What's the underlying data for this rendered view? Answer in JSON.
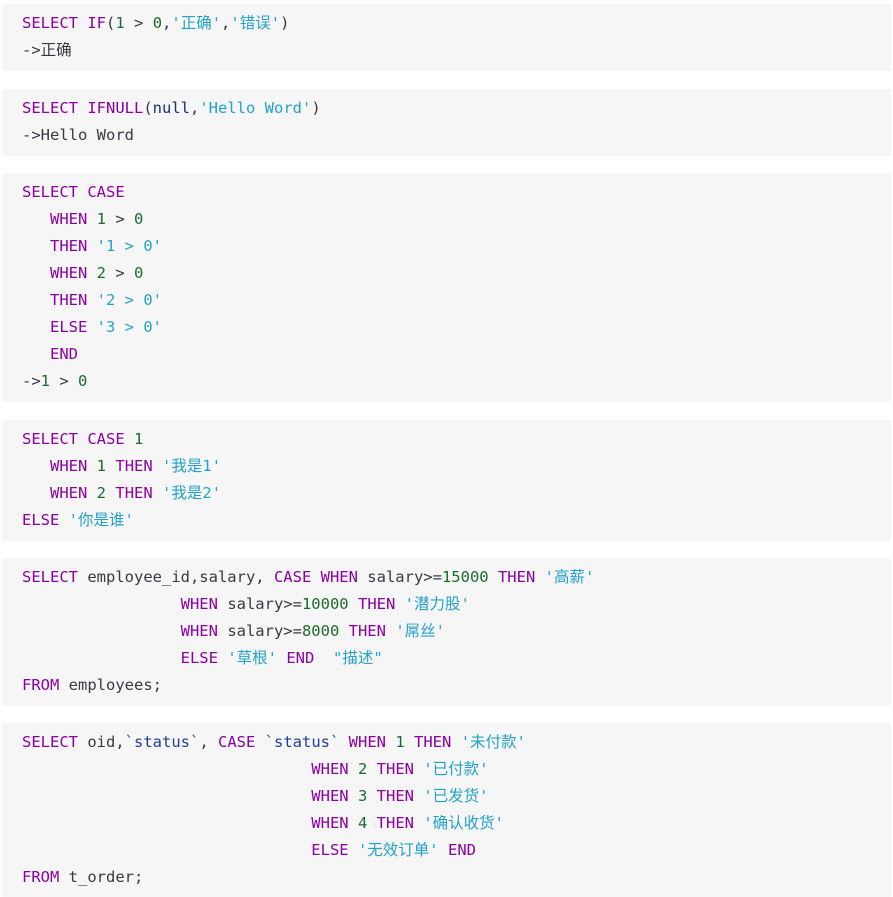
{
  "blocks": [
    {
      "lines": [
        [
          [
            "kw",
            "SELECT "
          ],
          [
            "kw",
            "IF"
          ],
          [
            "id",
            "("
          ],
          [
            "num",
            "1"
          ],
          [
            "id",
            " > "
          ],
          [
            "num",
            "0"
          ],
          [
            "id",
            ","
          ],
          [
            "str",
            "'正确'"
          ],
          [
            "id",
            ","
          ],
          [
            "str",
            "'错误'"
          ],
          [
            "id",
            ")"
          ]
        ],
        [
          [
            "out",
            "->正确"
          ]
        ]
      ]
    },
    {
      "lines": [
        [
          [
            "kw",
            "SELECT "
          ],
          [
            "kw",
            "IFNULL"
          ],
          [
            "id",
            "("
          ],
          [
            "fn",
            "null"
          ],
          [
            "id",
            ","
          ],
          [
            "str",
            "'Hello Word'"
          ],
          [
            "id",
            ")"
          ]
        ],
        [
          [
            "out",
            "->Hello Word"
          ]
        ]
      ]
    },
    {
      "lines": [
        [
          [
            "kw",
            "SELECT CASE"
          ]
        ],
        [
          [
            "id",
            "   "
          ],
          [
            "kw",
            "WHEN "
          ],
          [
            "num",
            "1"
          ],
          [
            "id",
            " > "
          ],
          [
            "num",
            "0"
          ]
        ],
        [
          [
            "id",
            "   "
          ],
          [
            "kw",
            "THEN "
          ],
          [
            "str",
            "'1 > 0'"
          ]
        ],
        [
          [
            "id",
            "   "
          ],
          [
            "kw",
            "WHEN "
          ],
          [
            "num",
            "2"
          ],
          [
            "id",
            " > "
          ],
          [
            "num",
            "0"
          ]
        ],
        [
          [
            "id",
            "   "
          ],
          [
            "kw",
            "THEN "
          ],
          [
            "str",
            "'2 > 0'"
          ]
        ],
        [
          [
            "id",
            "   "
          ],
          [
            "kw",
            "ELSE "
          ],
          [
            "str",
            "'3 > 0'"
          ]
        ],
        [
          [
            "id",
            "   "
          ],
          [
            "kw",
            "END"
          ]
        ],
        [
          [
            "out",
            "->"
          ],
          [
            "num",
            "1"
          ],
          [
            "out",
            " > "
          ],
          [
            "num",
            "0"
          ]
        ]
      ]
    },
    {
      "lines": [
        [
          [
            "kw",
            "SELECT CASE "
          ],
          [
            "num",
            "1"
          ]
        ],
        [
          [
            "id",
            "   "
          ],
          [
            "kw",
            "WHEN "
          ],
          [
            "num",
            "1"
          ],
          [
            "id",
            " "
          ],
          [
            "kw",
            "THEN "
          ],
          [
            "str",
            "'我是1'"
          ]
        ],
        [
          [
            "id",
            "   "
          ],
          [
            "kw",
            "WHEN "
          ],
          [
            "num",
            "2"
          ],
          [
            "id",
            " "
          ],
          [
            "kw",
            "THEN "
          ],
          [
            "str",
            "'我是2'"
          ]
        ],
        [
          [
            "kw",
            "ELSE "
          ],
          [
            "str",
            "'你是谁'"
          ]
        ]
      ]
    },
    {
      "lines": [
        [
          [
            "kw",
            "SELECT "
          ],
          [
            "id",
            "employee_id,salary, "
          ],
          [
            "kw",
            "CASE WHEN "
          ],
          [
            "id",
            "salary>="
          ],
          [
            "num",
            "15000"
          ],
          [
            "id",
            " "
          ],
          [
            "kw",
            "THEN "
          ],
          [
            "str",
            "'高薪'"
          ]
        ],
        [
          [
            "id",
            "                 "
          ],
          [
            "kw",
            "WHEN "
          ],
          [
            "id",
            "salary>="
          ],
          [
            "num",
            "10000"
          ],
          [
            "id",
            " "
          ],
          [
            "kw",
            "THEN "
          ],
          [
            "str",
            "'潜力股'"
          ]
        ],
        [
          [
            "id",
            "                 "
          ],
          [
            "kw",
            "WHEN "
          ],
          [
            "id",
            "salary>="
          ],
          [
            "num",
            "8000"
          ],
          [
            "id",
            " "
          ],
          [
            "kw",
            "THEN "
          ],
          [
            "str",
            "'屌丝'"
          ]
        ],
        [
          [
            "id",
            "                 "
          ],
          [
            "kw",
            "ELSE "
          ],
          [
            "str",
            "'草根'"
          ],
          [
            "id",
            " "
          ],
          [
            "kw",
            "END"
          ],
          [
            "id",
            "  "
          ],
          [
            "str",
            "\"描述\""
          ]
        ],
        [
          [
            "kw",
            "FROM "
          ],
          [
            "id",
            "employees;"
          ]
        ]
      ]
    },
    {
      "lines": [
        [
          [
            "kw",
            "SELECT "
          ],
          [
            "id",
            "oid,"
          ],
          [
            "bq",
            "`status`"
          ],
          [
            "id",
            ", "
          ],
          [
            "kw",
            "CASE "
          ],
          [
            "bq",
            "`status`"
          ],
          [
            "id",
            " "
          ],
          [
            "kw",
            "WHEN "
          ],
          [
            "num",
            "1"
          ],
          [
            "id",
            " "
          ],
          [
            "kw",
            "THEN "
          ],
          [
            "str",
            "'未付款'"
          ]
        ],
        [
          [
            "id",
            "                               "
          ],
          [
            "kw",
            "WHEN "
          ],
          [
            "num",
            "2"
          ],
          [
            "id",
            " "
          ],
          [
            "kw",
            "THEN "
          ],
          [
            "str",
            "'已付款'"
          ]
        ],
        [
          [
            "id",
            "                               "
          ],
          [
            "kw",
            "WHEN "
          ],
          [
            "num",
            "3"
          ],
          [
            "id",
            " "
          ],
          [
            "kw",
            "THEN "
          ],
          [
            "str",
            "'已发货'"
          ]
        ],
        [
          [
            "id",
            "                               "
          ],
          [
            "kw",
            "WHEN "
          ],
          [
            "num",
            "4"
          ],
          [
            "id",
            " "
          ],
          [
            "kw",
            "THEN "
          ],
          [
            "str",
            "'确认收货'"
          ]
        ],
        [
          [
            "id",
            "                               "
          ],
          [
            "kw",
            "ELSE "
          ],
          [
            "str",
            "'无效订单'"
          ],
          [
            "id",
            " "
          ],
          [
            "kw",
            "END"
          ]
        ],
        [
          [
            "kw",
            "FROM "
          ],
          [
            "id",
            "t_order;"
          ]
        ]
      ]
    }
  ]
}
